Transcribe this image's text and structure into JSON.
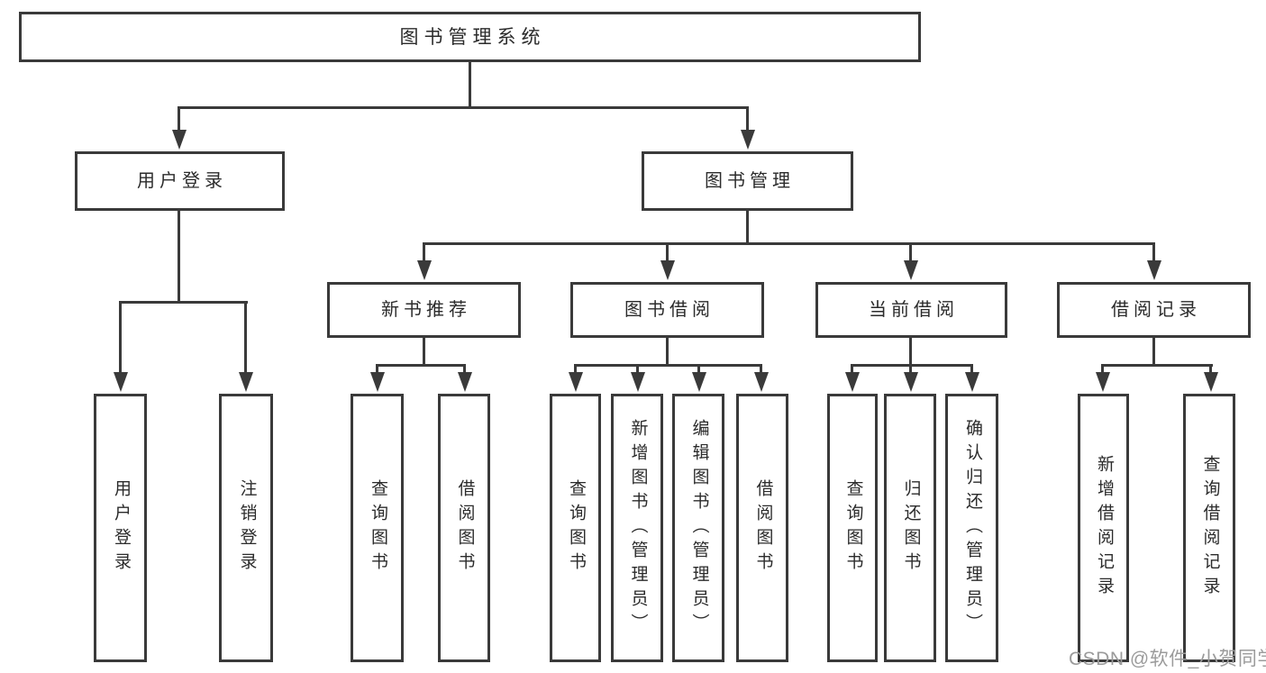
{
  "colors": {
    "line": "#3a3a3a",
    "box_border": "#3a3a3a",
    "text": "#2b2b2b",
    "background": "#ffffff",
    "watermark": "#9b9b9b"
  },
  "tree": {
    "root": {
      "label": "图书管理系统"
    },
    "user_login": {
      "label": "用户登录",
      "children": [
        {
          "label": "用户登录"
        },
        {
          "label": "注销登录"
        }
      ]
    },
    "book_mgmt": {
      "label": "图书管理",
      "groups": [
        {
          "label": "新书推荐",
          "children": [
            {
              "label": "查询图书"
            },
            {
              "label": "借阅图书"
            }
          ]
        },
        {
          "label": "图书借阅",
          "children": [
            {
              "label": "查询图书"
            },
            {
              "label": "新增图书（管理员）"
            },
            {
              "label": "编辑图书（管理员）"
            },
            {
              "label": "借阅图书"
            }
          ]
        },
        {
          "label": "当前借阅",
          "children": [
            {
              "label": "查询图书"
            },
            {
              "label": "归还图书"
            },
            {
              "label": "确认归还（管理员）"
            }
          ]
        },
        {
          "label": "借阅记录",
          "children": [
            {
              "label": "新增借阅记录"
            },
            {
              "label": "查询借阅记录"
            }
          ]
        }
      ]
    }
  },
  "watermark": {
    "text": "CSDN @软件_小贺同学"
  }
}
